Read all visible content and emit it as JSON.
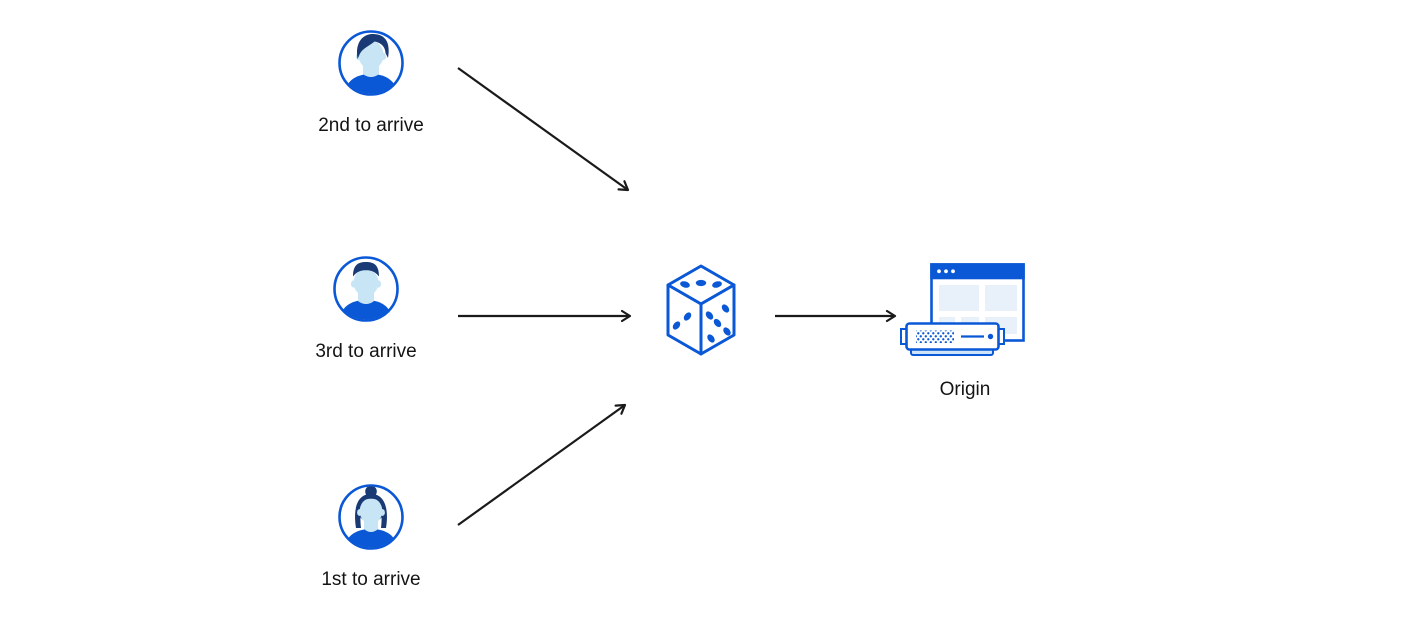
{
  "diagram": {
    "description": "Three clients send requests through a random (dice) selector to an origin server",
    "nodes": [
      {
        "id": "client-2nd",
        "icon": "avatar-man-side-part-icon",
        "label": "2nd to arrive"
      },
      {
        "id": "client-3rd",
        "icon": "avatar-man-flat-top-icon",
        "label": "3rd to arrive"
      },
      {
        "id": "client-1st",
        "icon": "avatar-woman-bun-icon",
        "label": "1st to arrive"
      },
      {
        "id": "random-selector",
        "icon": "dice-icon",
        "label": ""
      },
      {
        "id": "origin",
        "icon": "origin-server-browser-icon",
        "label": "Origin"
      }
    ],
    "edges": [
      {
        "from": "client-2nd",
        "to": "random-selector"
      },
      {
        "from": "client-3rd",
        "to": "random-selector"
      },
      {
        "from": "client-1st",
        "to": "random-selector"
      },
      {
        "from": "random-selector",
        "to": "origin"
      }
    ]
  },
  "colors": {
    "primary_blue": "#0a58d6",
    "dark_navy": "#1a3a75",
    "face_blue": "#c8e5f5",
    "panel_blue": "#e8f1f9",
    "server_base_blue": "#cfe4f6",
    "arrow": "#1a1a1a",
    "text": "#141414",
    "background": "#ffffff"
  }
}
